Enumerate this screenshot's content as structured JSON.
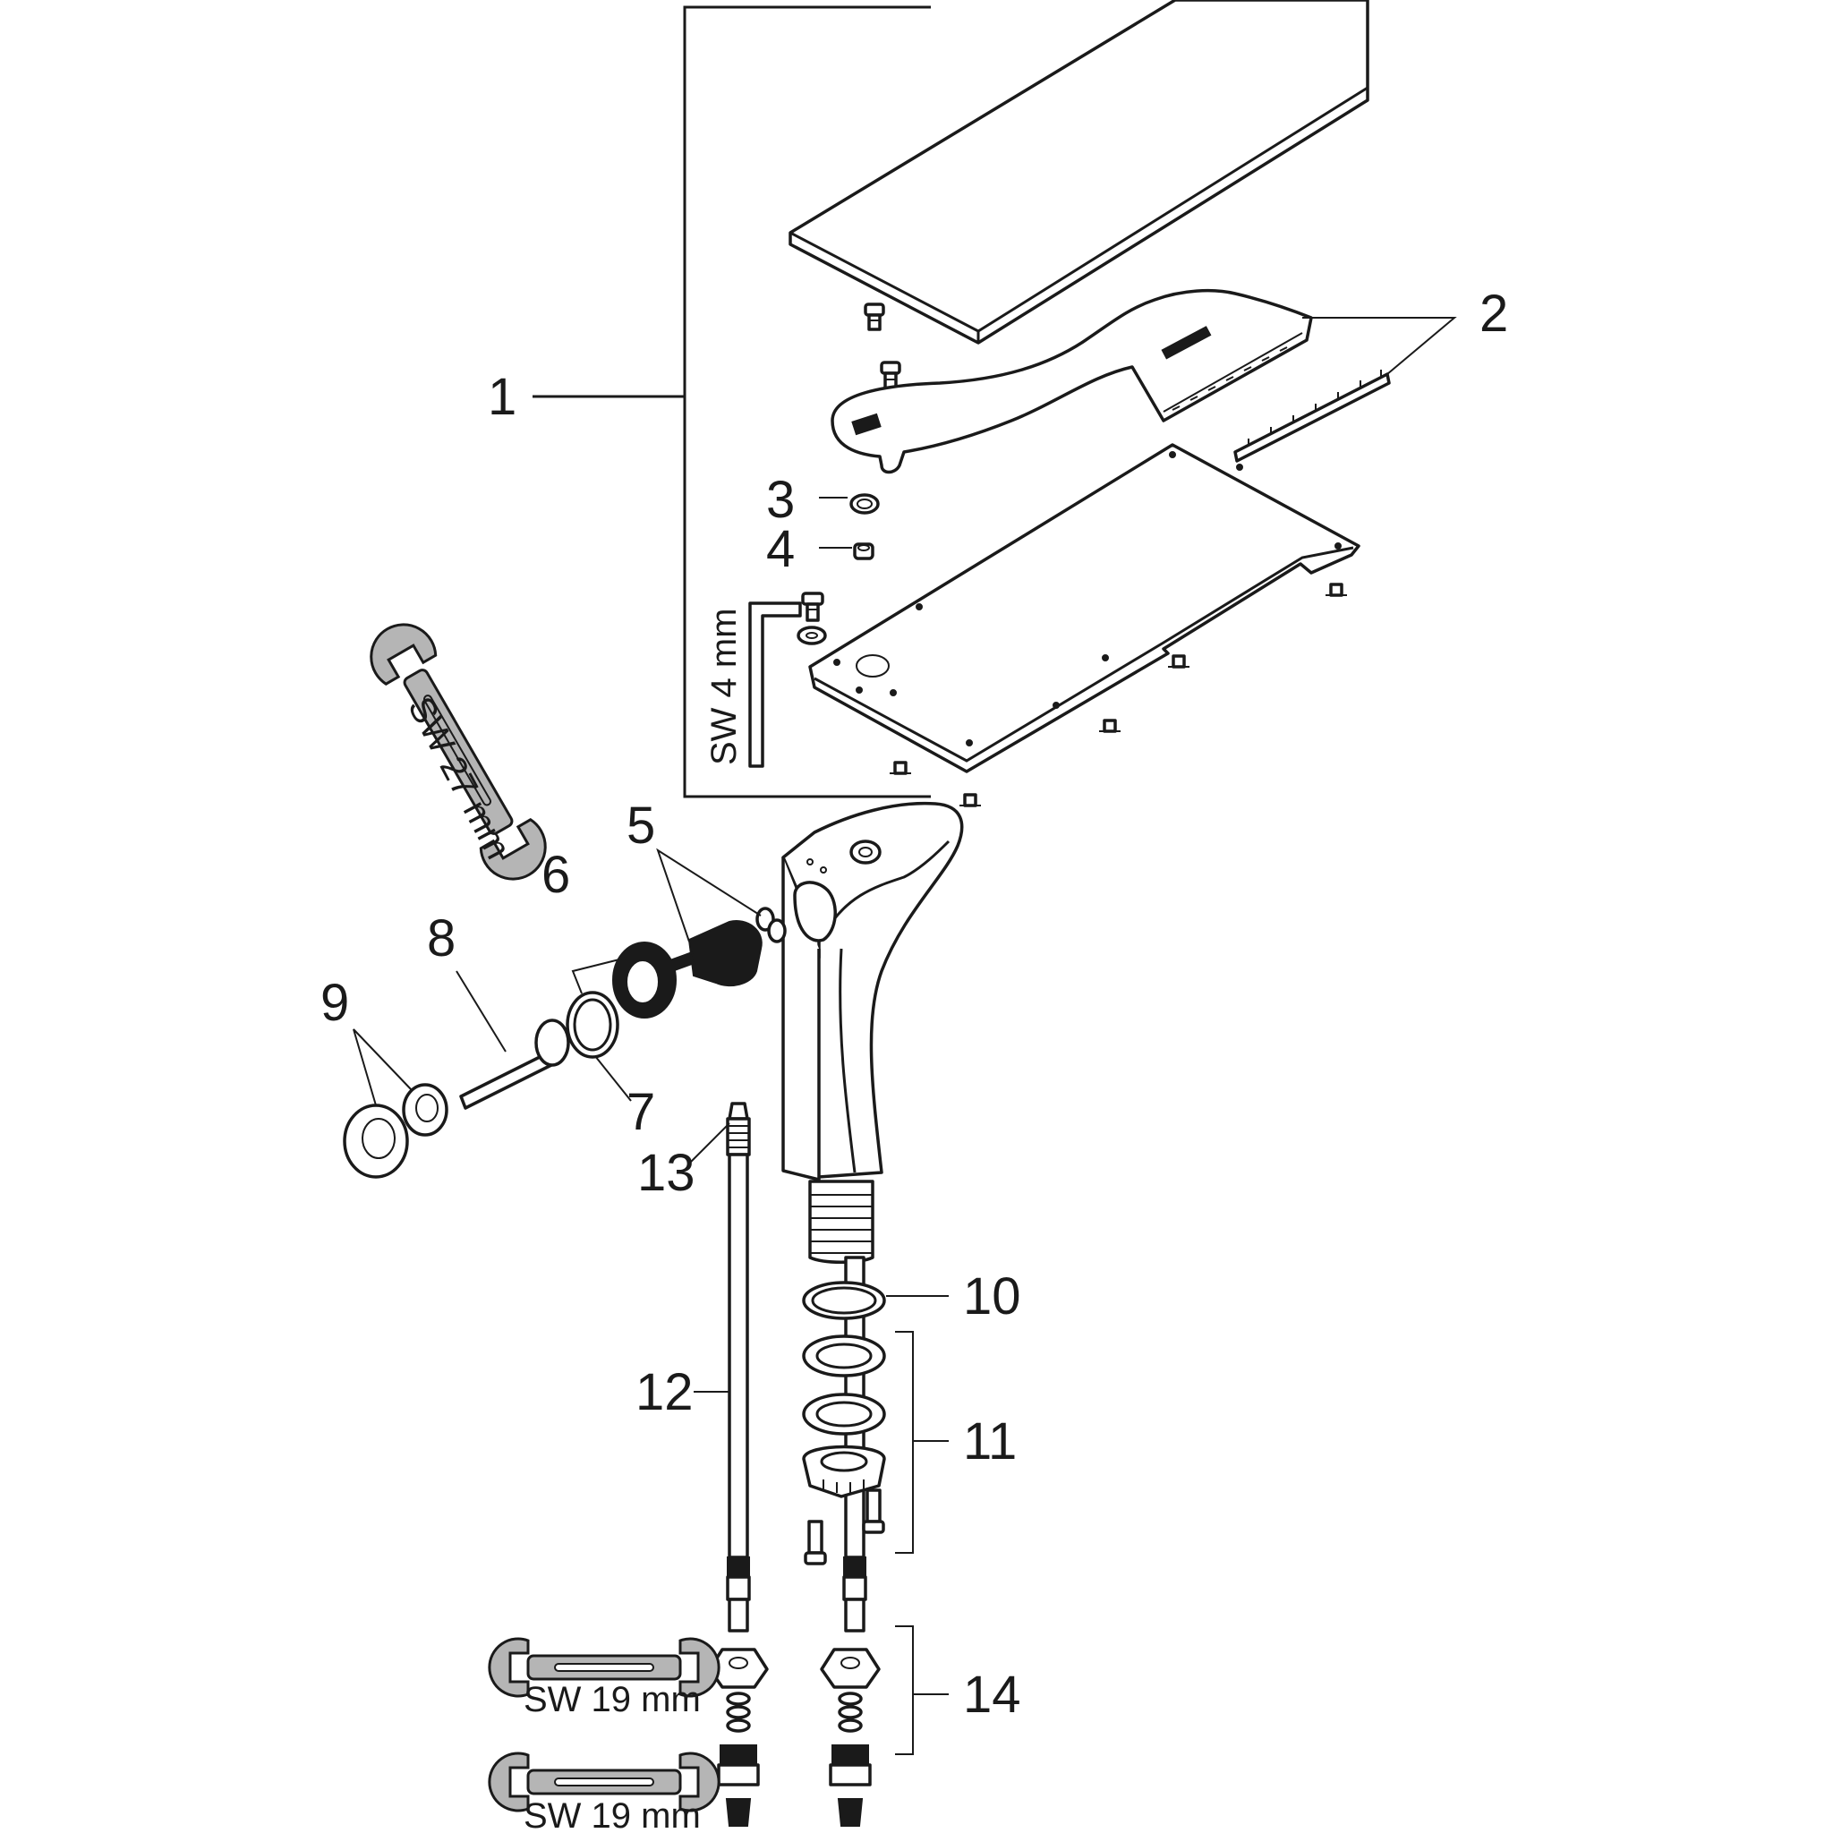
{
  "part_labels": [
    "1",
    "2",
    "3",
    "4",
    "5",
    "6",
    "7",
    "8",
    "9",
    "10",
    "11",
    "12",
    "13",
    "14"
  ],
  "tool_labels": {
    "hex_key": "SW 4 mm",
    "wrench_27": "SW 27 mm",
    "wrench_19_upper": "SW 19 mm",
    "wrench_19_lower": "SW 19 mm"
  },
  "colors": {
    "line": "#1a1a1a",
    "fill": "#ffffff",
    "tool_fill": "#b5b5b5"
  }
}
